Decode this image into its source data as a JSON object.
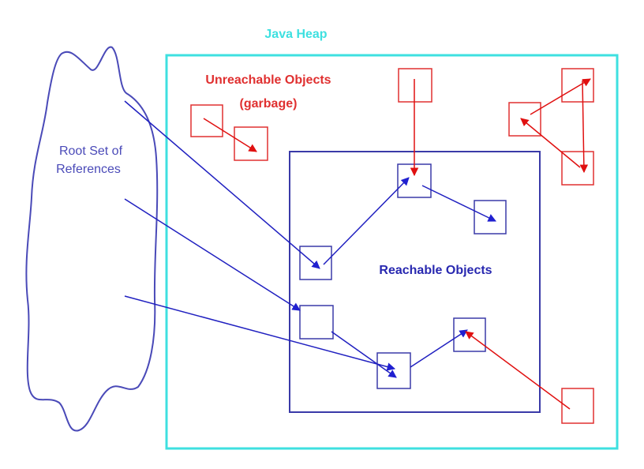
{
  "title": "Java Heap",
  "labels": {
    "unreachable_line1": "Unreachable Objects",
    "unreachable_line2": "(garbage)",
    "root_line1": "Root Set of",
    "root_line2": "References",
    "reachable": "Reachable Objects"
  },
  "colors": {
    "heap": "#3ee0e0",
    "reachable": "#3a3aa8",
    "unreachable": "#e03030",
    "root": "#4a4ab8"
  }
}
